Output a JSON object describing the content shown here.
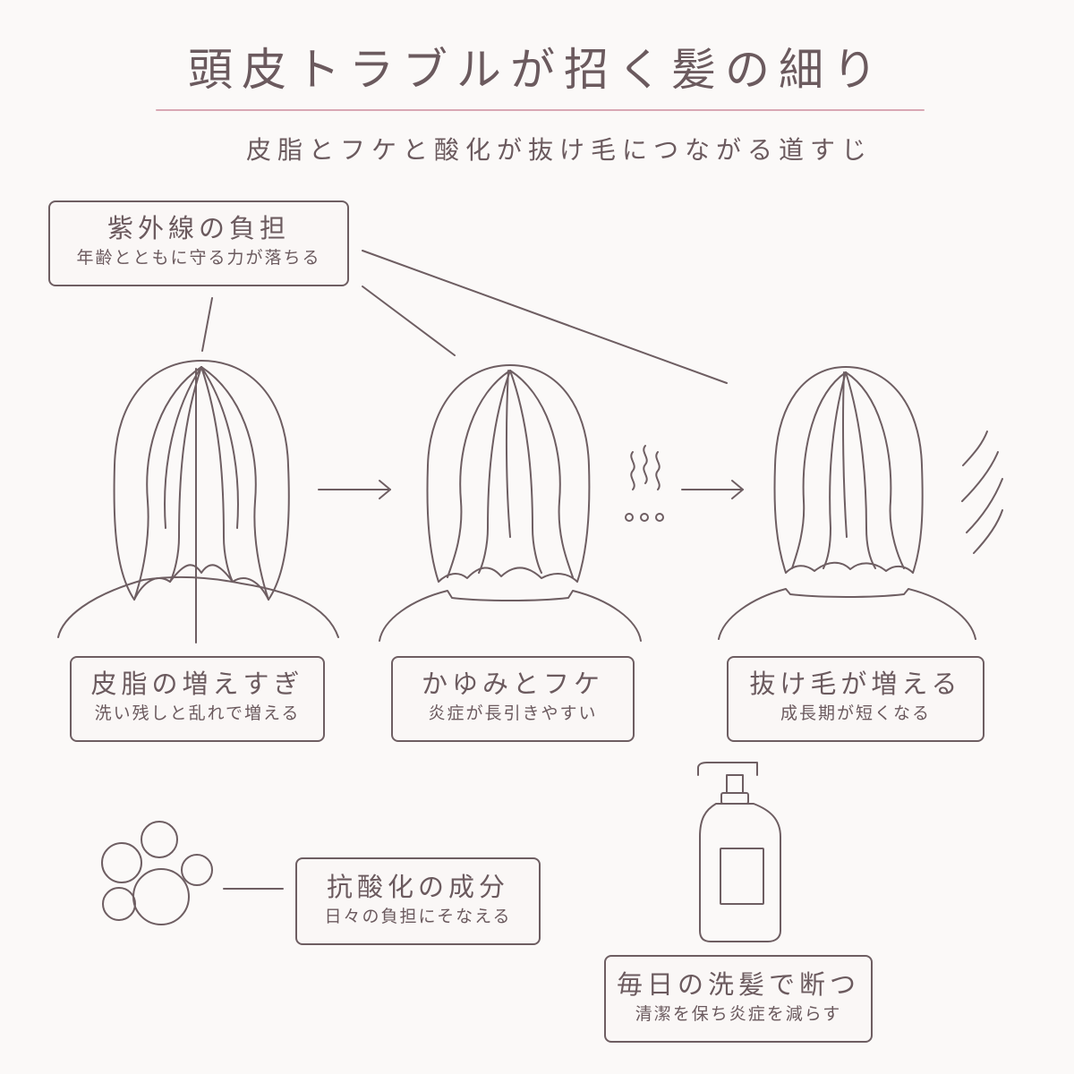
{
  "title": "頭皮トラブルが招く髪の細り",
  "subtitle": "皮脂とフケと酸化が抜け毛につながる道すじ",
  "colors": {
    "line": "#6e5e62",
    "accent": "#d9a8b4",
    "text": "#6b5a5e",
    "background": "#fbf9f8"
  },
  "boxes": {
    "uv": {
      "head": "紫外線の負担",
      "sub": "年齢とともに守る力が落ちる"
    },
    "sebum": {
      "head": "皮脂の増えすぎ",
      "sub": "洗い残しと乱れで増える"
    },
    "itch": {
      "head": "かゆみとフケ",
      "sub": "炎症が長引きやすい"
    },
    "loss": {
      "head": "抜け毛が増える",
      "sub": "成長期が短くなる"
    },
    "antiox": {
      "head": "抗酸化の成分",
      "sub": "日々の負担にそなえる"
    },
    "wash": {
      "head": "毎日の洗髪で断つ",
      "sub": "清潔を保ち炎症を減らす"
    }
  },
  "icons": [
    "head-back-icon",
    "arrow-right-icon",
    "steam-icon",
    "ellipsis-icon",
    "motion-lines-icon",
    "bubbles-icon",
    "pump-bottle-icon"
  ]
}
